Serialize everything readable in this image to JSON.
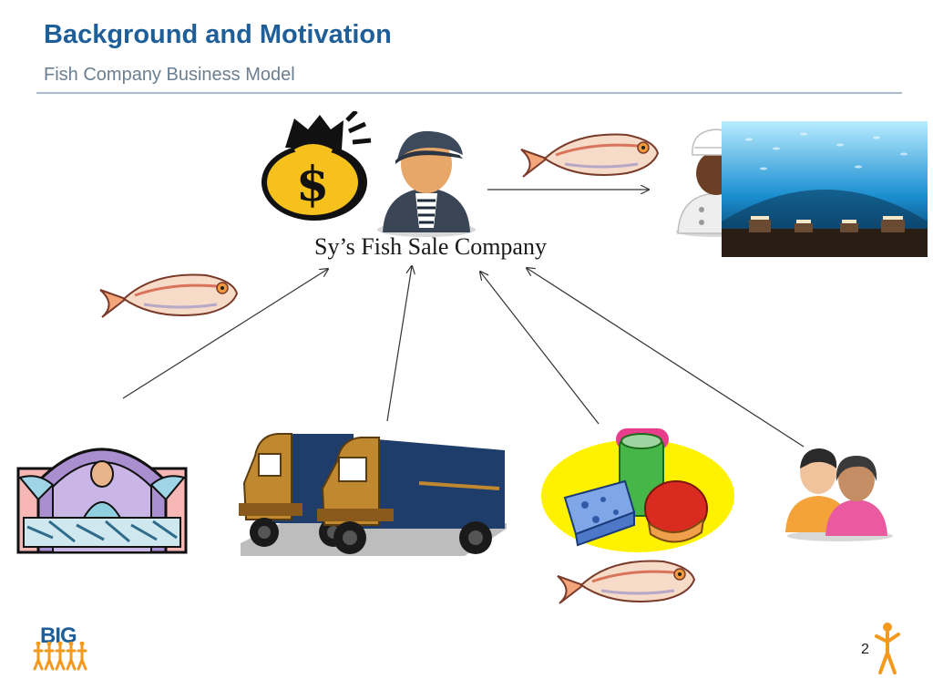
{
  "slide": {
    "title": "Background and Motivation",
    "subtitle": "Fish Company Business Model",
    "company_label": "Sy’s Fish Sale Company",
    "page_number": "2",
    "logo_text": "BIG"
  },
  "icons": {
    "money_bag": "money-bag-icon",
    "fisherman": "fisherman-avatar-icon",
    "chef": "chef-avatar-icon",
    "fish": "fish-icon",
    "market": "fish-market-icon",
    "trucks": "delivery-trucks-icon",
    "groceries": "groceries-icon",
    "customers": "customers-icon",
    "restaurant": "aquarium-restaurant-image"
  },
  "colors": {
    "title": "#1f5f99",
    "subtitle": "#6b7f91",
    "rule": "#a9bccd",
    "logo_orange": "#f39a1e"
  }
}
